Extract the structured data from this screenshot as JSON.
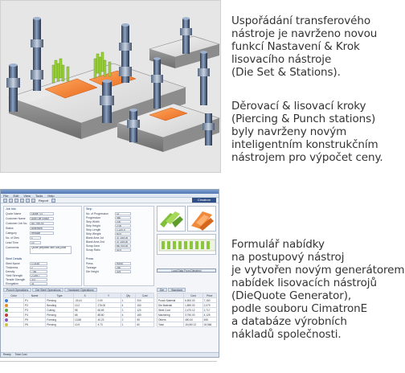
{
  "descriptions": {
    "block1": [
      "Uspořádání transferového",
      "nástroje je navrženo novou",
      "funkcí Nastavení & Krok",
      "lisovacího nástroje",
      "(Die Set & Stations)."
    ],
    "block2": [
      "Děrovací & lisovací kroky",
      "(Piercing & Punch stations)",
      "byly navrženy novým",
      "inteligentním konstrukčním",
      "nástrojem pro výpočet ceny."
    ],
    "block3": [
      "Formulář nabídky",
      "na postupový nástroj",
      "je vytvořen novým generátorem",
      "nabídek lisovacích nástrojů",
      "(DieQuote Generator),",
      "podle souboru CimatronE",
      "a databáze výrobních",
      "nákladů společnosti."
    ]
  },
  "screenshot": {
    "menu": [
      "File",
      "Edit",
      "View",
      "Tools",
      "Help"
    ],
    "toolbar_label": "Report",
    "brand": "Cimatron",
    "job_group": "Job Info",
    "job_fields": [
      {
        "label": "Quote Name",
        "value": "Quote_01"
      },
      {
        "label": "Customer Name",
        "value": "Auto Die Group"
      },
      {
        "label": "Customer Job No.",
        "value": "AD-785-03"
      },
      {
        "label": "Status",
        "value": "Approved"
      },
      {
        "label": "Category",
        "value": "Regular"
      },
      {
        "label": "No. of Dies",
        "value": "1"
      },
      {
        "label": "Lead Time",
        "value": "10"
      },
      {
        "label": "Comments",
        "value": "Quote prepared with DieQuote"
      }
    ],
    "strip_group": "Strip",
    "strip_fields": [
      {
        "label": "No. of Progression",
        "value": "11"
      },
      {
        "label": "Progression",
        "value": "460"
      },
      {
        "label": "Strip Width",
        "value": "100"
      },
      {
        "label": "Strip Height",
        "value": "2.00"
      },
      {
        "label": "Strip Length",
        "value": "1,220.0"
      },
      {
        "label": "Strip Weight",
        "value": "60.0"
      },
      {
        "label": "Blank Area 1st",
        "value": "37,150.00"
      },
      {
        "label": "Blank Area 2nd",
        "value": "37,150.00"
      },
      {
        "label": "Scrap Area",
        "value": "66,700.00"
      },
      {
        "label": "Scrap Ratio",
        "value": "42.0"
      }
    ],
    "steel_group": "Steel Details",
    "steel_fields": [
      {
        "label": "Steel Name",
        "value": "1.0338"
      },
      {
        "label": "Thickness",
        "value": "2"
      },
      {
        "label": "Density",
        "value": "7.85"
      },
      {
        "label": "Yield Strength",
        "value": "2,235.7"
      },
      {
        "label": "Tensile Strength",
        "value": "370"
      },
      {
        "label": "Elongation",
        "value": "31"
      }
    ],
    "press_group": "Press",
    "press_fields": [
      {
        "label": "Press",
        "value": "Hong"
      },
      {
        "label": "Tonnage",
        "value": "250"
      },
      {
        "label": "Die Height",
        "value": "425"
      }
    ],
    "tabs": [
      "Punch Operations",
      "Die Steel Operations",
      "Hardware Operations"
    ],
    "table_headers": [
      "Color",
      "Name",
      "Type",
      "X",
      "Y",
      "Qty",
      "Cost"
    ],
    "table_rows": [
      {
        "color": "#3a7bd5",
        "name": "P1",
        "type": "Piercing",
        "x": "-30.41",
        "y": "0.00",
        "qty": "1",
        "cost": "200"
      },
      {
        "color": "#e0901f",
        "name": "P2",
        "type": "Bending",
        "x": "10.2",
        "y": "276.00",
        "qty": "4",
        "cost": "150"
      },
      {
        "color": "#5aa83a",
        "name": "P3",
        "type": "Cutting",
        "x": "98",
        "y": "65.69",
        "qty": "2",
        "cost": "120"
      },
      {
        "color": "#c23b3b",
        "name": "P4",
        "type": "Piercing",
        "x": "68",
        "y": "88.80",
        "qty": "4",
        "cost": "180"
      },
      {
        "color": "#8a56c2",
        "name": "P5",
        "type": "Forming",
        "x": "13.88",
        "y": "40.23",
        "qty": "2",
        "cost": "95"
      },
      {
        "color": "#d2c23a",
        "name": "P6",
        "type": "Piercing",
        "x": "10.5",
        "y": "4.73",
        "qty": "1",
        "cost": "60"
      }
    ],
    "summary_tabs": [
      "Die",
      "Standard"
    ],
    "summary_headers": [
      "",
      "Cost",
      "Price"
    ],
    "summary_rows": [
      {
        "label": "Punch Material",
        "cost": "6,500.00",
        "price": "7,150"
      },
      {
        "label": "Die Material",
        "cost": "1,890.00",
        "price": "2,079"
      },
      {
        "label": "Steel Cost",
        "cost": "2,470.12",
        "price": "2,717"
      },
      {
        "label": "Machining",
        "cost": "3,750.00",
        "price": "4,125"
      },
      {
        "label": "Others",
        "cost": "450.00",
        "price": "495"
      },
      {
        "label": "Total",
        "cost": "15,060.12",
        "price": "16,566"
      }
    ],
    "button_label": "Load Data From Dieselect",
    "status_text": "Ready",
    "status_total": "Total Cost"
  }
}
